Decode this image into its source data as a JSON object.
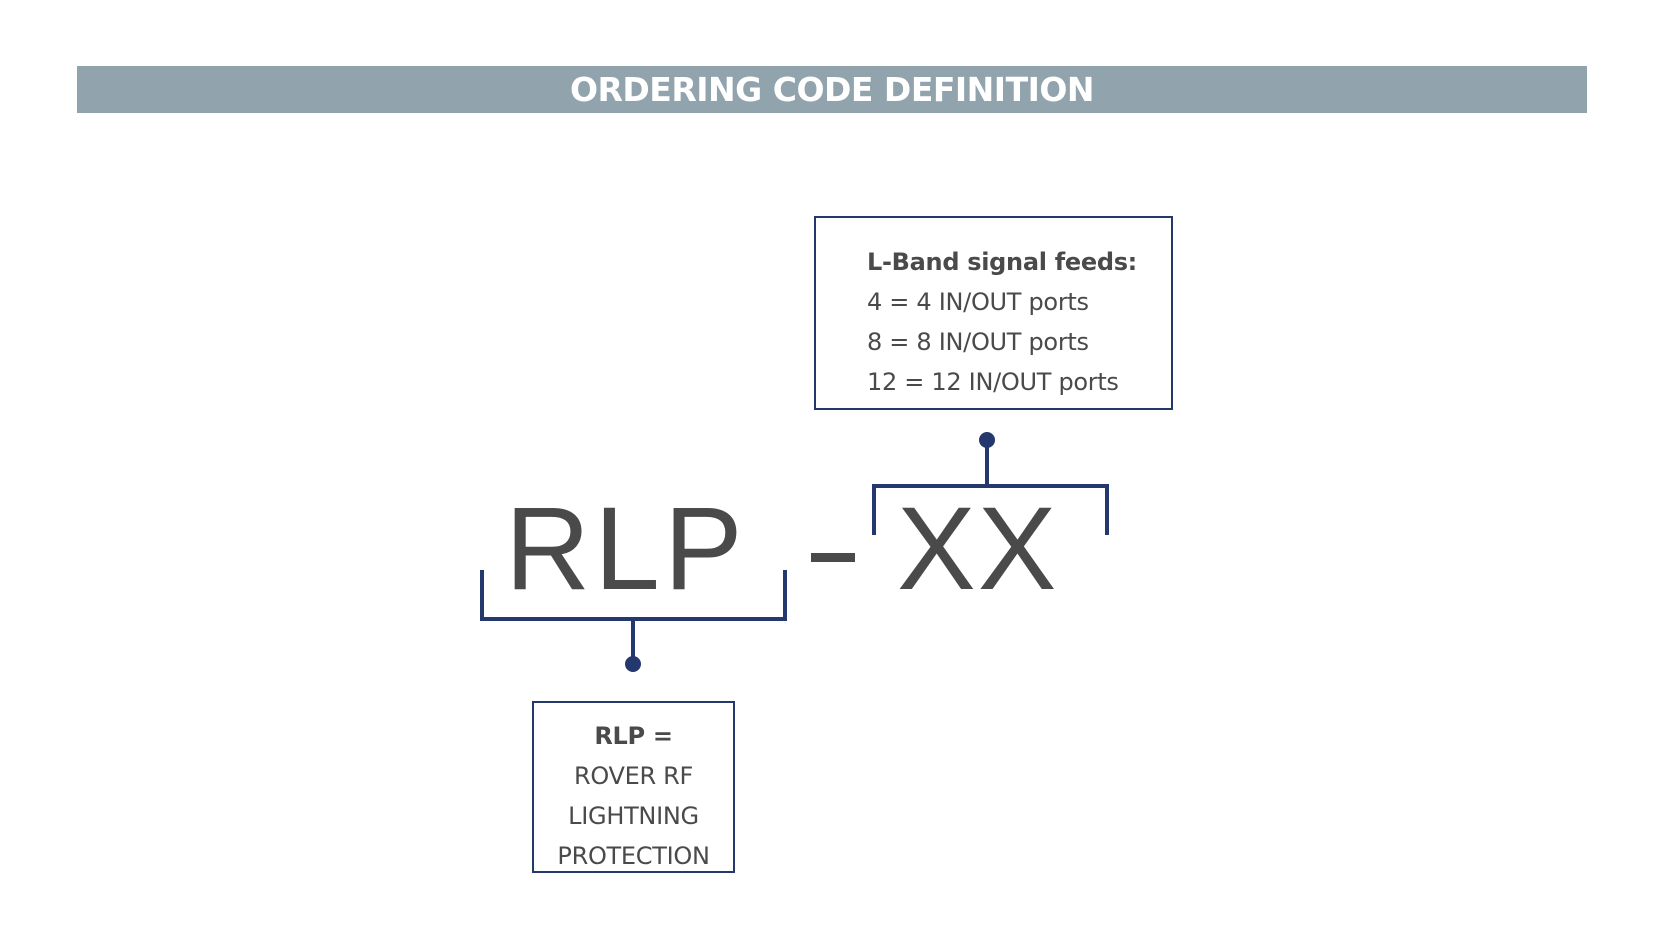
{
  "header": {
    "title": "ORDERING CODE DEFINITION"
  },
  "code": {
    "prefix": "RLP",
    "suffix": "XX"
  },
  "feeds_box": {
    "heading": "L-Band signal feeds:",
    "lines": [
      "4 = 4 IN/OUT ports",
      "8 = 8 IN/OUT ports",
      "12 = 12 IN/OUT ports"
    ]
  },
  "rlp_box": {
    "heading": "RLP =",
    "lines": [
      "ROVER RF",
      "LIGHTNING",
      "PROTECTION"
    ]
  },
  "colors": {
    "header_bar": "#91a3ad",
    "bracket": "#24386e",
    "code_text": "#4a4a4a"
  }
}
